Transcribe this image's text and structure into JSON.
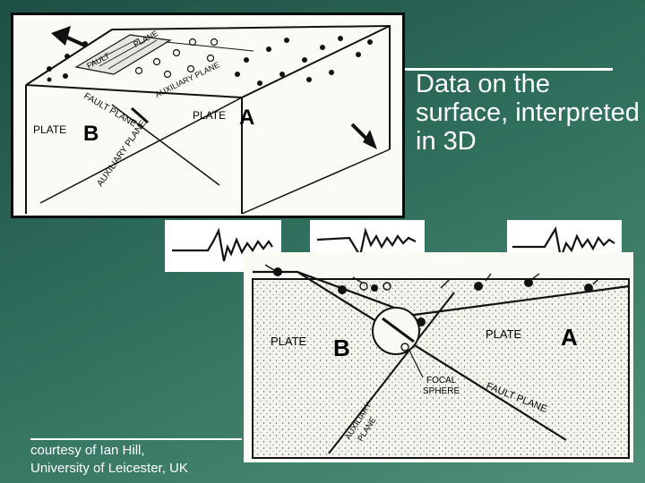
{
  "slide": {
    "heading": "Data on the surface, interpreted in 3D",
    "credit_line1": "courtesy of Ian Hill,",
    "credit_line2": "University of Leicester, UK"
  },
  "block_diagram": {
    "plate_b": "PLATE",
    "plate_b_letter": "B",
    "plate_a": "PLATE",
    "plate_a_letter": "A",
    "fault_plane_side": "FAULT PLANE",
    "auxiliary_plane_side": "AUXILIARY PLANE",
    "fault_top": "FAULT",
    "plane_top": "PLANE",
    "auxiliary_plane_top": "AUXILIARY PLANE"
  },
  "cross_section": {
    "plate_b": "PLATE",
    "plate_b_letter": "B",
    "plate_a": "PLATE",
    "plate_a_letter": "A",
    "focal_sphere_line1": "FOCAL",
    "focal_sphere_line2": "SPHERE",
    "fault_plane": "FAULT PLANE",
    "auxiliary_plane_line1": "AUXILIARY",
    "auxiliary_plane_line2": "PLANE"
  }
}
